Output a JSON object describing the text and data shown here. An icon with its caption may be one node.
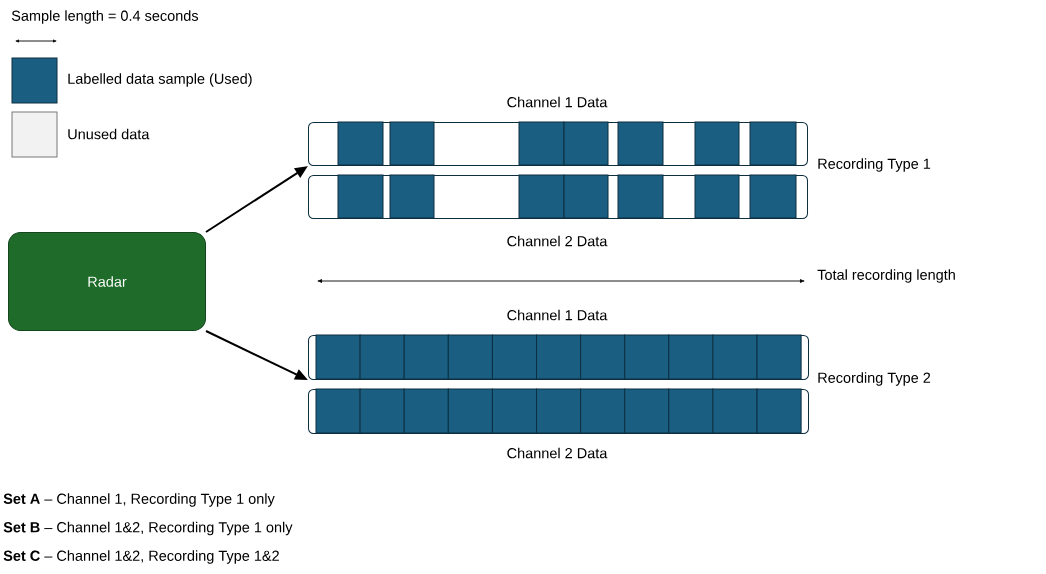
{
  "diagram": {
    "nodes": [
      {
        "text": [
          "Radar"
        ]
      },
      {
        "text": [],
        "shape": "bar",
        "beside": [
          "Channel 1 Data",
          "Recording Type 1"
        ]
      },
      {
        "text": [],
        "shape": "bar",
        "beside": [
          "Channel 2 Data"
        ]
      },
      {
        "text": [],
        "shape": "bar",
        "beside": [
          "Channel 1 Data",
          "Recording Type 2"
        ]
      },
      {
        "text": [],
        "shape": "bar",
        "beside": [
          "Channel 2 Data"
        ]
      }
    ],
    "edges": [
      {
        "from": 0,
        "to": 1,
        "arrow": "to"
      },
      {
        "from": 0,
        "to": 3,
        "arrow": "to"
      }
    ],
    "labels": [
      "Sample length = 0.4 seconds",
      "Total recording length",
      "**Set A** – Channel 1, Recording Type 1 only",
      "**Set B** – Channel 1&2, Recording Type 1 only",
      "**Set C** – Channel 1&2, Recording Type 1&2"
    ],
    "legend": [
      {
        "text": "Labelled data sample (Used)",
        "color": "#1a5f82"
      },
      {
        "text": "Unused data",
        "color": "#f2f2f2"
      }
    ]
  }
}
